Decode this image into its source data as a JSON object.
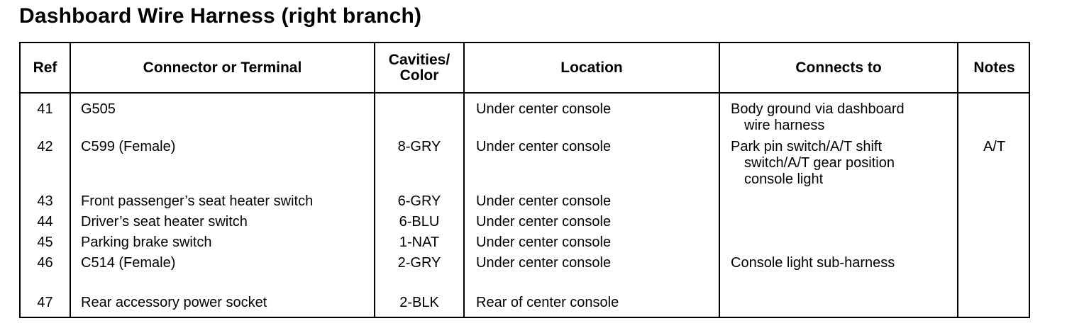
{
  "title": "Dashboard Wire Harness (right branch)",
  "columns": {
    "ref": "Ref",
    "connector": "Connector or Terminal",
    "cavities": "Cavities/\nColor",
    "location": "Location",
    "connects_to": "Connects to",
    "notes": "Notes"
  },
  "rows": [
    {
      "ref": "41",
      "connector": "G505",
      "cavities": "",
      "location": "Under center console",
      "connects_to": [
        "Body ground via dashboard",
        "wire harness"
      ],
      "notes": ""
    },
    {
      "ref": "42",
      "connector": "C599 (Female)",
      "cavities": "8-GRY",
      "location": "Under center console",
      "connects_to": [
        "Park pin switch/A/T shift",
        "switch/A/T gear position",
        "console light"
      ],
      "notes": "A/T"
    },
    {
      "ref": "43",
      "connector": "Front passenger’s seat heater switch",
      "cavities": "6-GRY",
      "location": "Under center console",
      "connects_to": [],
      "notes": ""
    },
    {
      "ref": "44",
      "connector": "Driver’s seat heater switch",
      "cavities": "6-BLU",
      "location": "Under center console",
      "connects_to": [],
      "notes": ""
    },
    {
      "ref": "45",
      "connector": "Parking brake switch",
      "cavities": "1-NAT",
      "location": "Under center console",
      "connects_to": [],
      "notes": ""
    },
    {
      "ref": "46",
      "connector": "C514 (Female)",
      "cavities": "2-GRY",
      "location": "Under center console",
      "connects_to": [
        "Console light sub-harness"
      ],
      "notes": ""
    },
    {
      "ref": "47",
      "connector": "Rear accessory power socket",
      "cavities": "2-BLK",
      "location": "Rear of center console",
      "connects_to": [],
      "notes": ""
    }
  ]
}
